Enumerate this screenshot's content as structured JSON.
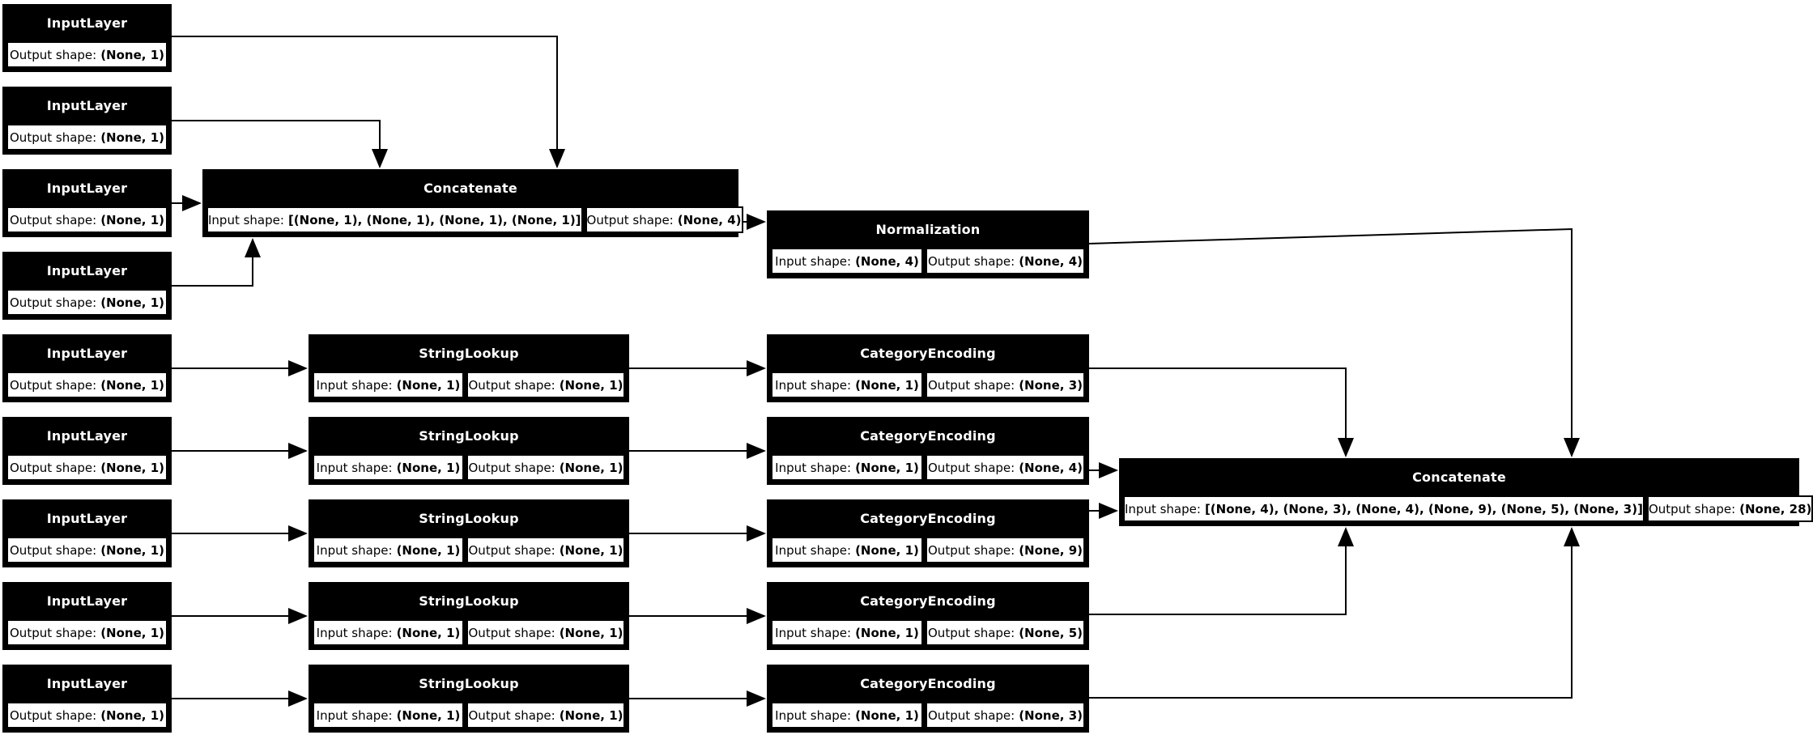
{
  "labels": {
    "input_shape": "Input shape:",
    "output_shape": "Output shape:"
  },
  "colors": {
    "node_fill": "#000000",
    "node_text": "#ffffff",
    "cell_fill": "#ffffff",
    "cell_text": "#000000",
    "edge": "#000000",
    "background": "#ffffff"
  },
  "nodes": {
    "input_a1": {
      "type": "InputLayer",
      "output_shape": "(None, 1)"
    },
    "input_a2": {
      "type": "InputLayer",
      "output_shape": "(None, 1)"
    },
    "input_a3": {
      "type": "InputLayer",
      "output_shape": "(None, 1)"
    },
    "input_a4": {
      "type": "InputLayer",
      "output_shape": "(None, 1)"
    },
    "concat1": {
      "type": "Concatenate",
      "input_shape": "[(None, 1), (None, 1), (None, 1), (None, 1)]",
      "output_shape": "(None, 4)"
    },
    "normalization": {
      "type": "Normalization",
      "input_shape": "(None, 4)",
      "output_shape": "(None, 4)"
    },
    "input_b1": {
      "type": "InputLayer",
      "output_shape": "(None, 1)"
    },
    "input_b2": {
      "type": "InputLayer",
      "output_shape": "(None, 1)"
    },
    "input_b3": {
      "type": "InputLayer",
      "output_shape": "(None, 1)"
    },
    "input_b4": {
      "type": "InputLayer",
      "output_shape": "(None, 1)"
    },
    "input_b5": {
      "type": "InputLayer",
      "output_shape": "(None, 1)"
    },
    "lookup1": {
      "type": "StringLookup",
      "input_shape": "(None, 1)",
      "output_shape": "(None, 1)"
    },
    "lookup2": {
      "type": "StringLookup",
      "input_shape": "(None, 1)",
      "output_shape": "(None, 1)"
    },
    "lookup3": {
      "type": "StringLookup",
      "input_shape": "(None, 1)",
      "output_shape": "(None, 1)"
    },
    "lookup4": {
      "type": "StringLookup",
      "input_shape": "(None, 1)",
      "output_shape": "(None, 1)"
    },
    "lookup5": {
      "type": "StringLookup",
      "input_shape": "(None, 1)",
      "output_shape": "(None, 1)"
    },
    "encode1": {
      "type": "CategoryEncoding",
      "input_shape": "(None, 1)",
      "output_shape": "(None, 3)"
    },
    "encode2": {
      "type": "CategoryEncoding",
      "input_shape": "(None, 1)",
      "output_shape": "(None, 4)"
    },
    "encode3": {
      "type": "CategoryEncoding",
      "input_shape": "(None, 1)",
      "output_shape": "(None, 9)"
    },
    "encode4": {
      "type": "CategoryEncoding",
      "input_shape": "(None, 1)",
      "output_shape": "(None, 5)"
    },
    "encode5": {
      "type": "CategoryEncoding",
      "input_shape": "(None, 1)",
      "output_shape": "(None, 3)"
    },
    "concat2": {
      "type": "Concatenate",
      "input_shape": "[(None, 4), (None, 3), (None, 4), (None, 9), (None, 5), (None, 3)]",
      "output_shape": "(None, 28)"
    }
  },
  "edges": [
    {
      "from": "input_a1",
      "to": "concat1"
    },
    {
      "from": "input_a2",
      "to": "concat1"
    },
    {
      "from": "input_a3",
      "to": "concat1"
    },
    {
      "from": "input_a4",
      "to": "concat1"
    },
    {
      "from": "concat1",
      "to": "normalization"
    },
    {
      "from": "normalization",
      "to": "concat2"
    },
    {
      "from": "input_b1",
      "to": "lookup1"
    },
    {
      "from": "lookup1",
      "to": "encode1"
    },
    {
      "from": "encode1",
      "to": "concat2"
    },
    {
      "from": "input_b2",
      "to": "lookup2"
    },
    {
      "from": "lookup2",
      "to": "encode2"
    },
    {
      "from": "encode2",
      "to": "concat2"
    },
    {
      "from": "input_b3",
      "to": "lookup3"
    },
    {
      "from": "lookup3",
      "to": "encode3"
    },
    {
      "from": "encode3",
      "to": "concat2"
    },
    {
      "from": "input_b4",
      "to": "lookup4"
    },
    {
      "from": "lookup4",
      "to": "encode4"
    },
    {
      "from": "encode4",
      "to": "concat2"
    },
    {
      "from": "input_b5",
      "to": "lookup5"
    },
    {
      "from": "lookup5",
      "to": "encode5"
    },
    {
      "from": "encode5",
      "to": "concat2"
    }
  ]
}
